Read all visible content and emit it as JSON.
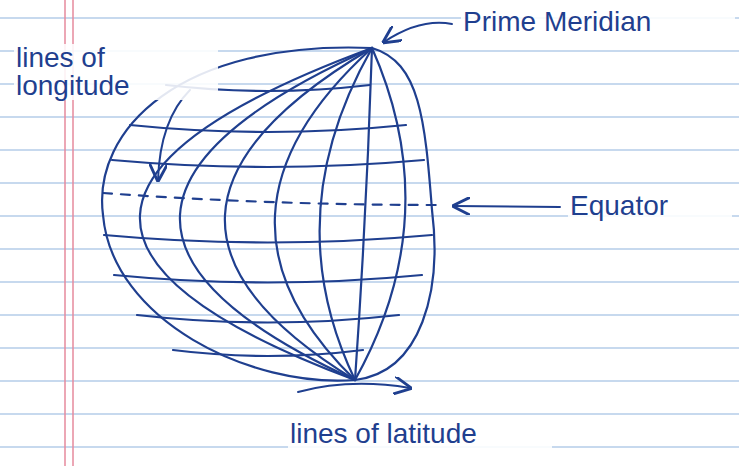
{
  "diagram": {
    "labels": [
      "lines of longitude",
      "Prime Meridian",
      "Equator",
      "lines of latitude"
    ]
  }
}
